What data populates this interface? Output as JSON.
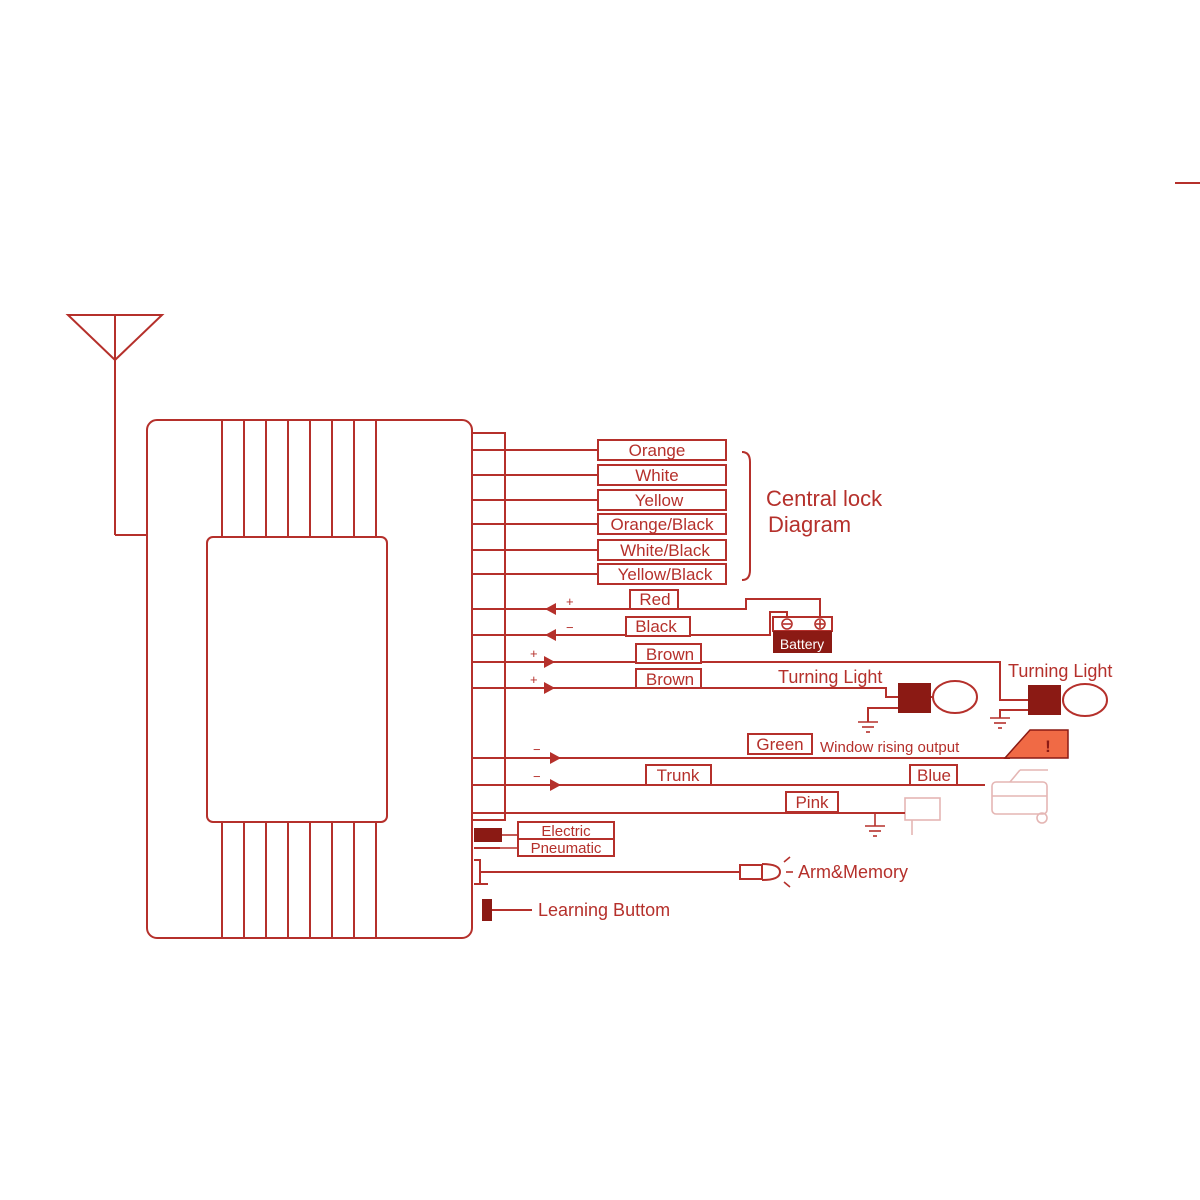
{
  "wire_labels": {
    "orange": "Orange",
    "white": "White",
    "yellow": "Yellow",
    "orange_black": "Orange/Black",
    "white_black": "White/Black",
    "yellow_black": "Yellow/Black",
    "red": "Red",
    "black": "Black",
    "brown_1": "Brown",
    "brown_2": "Brown",
    "green": "Green",
    "trunk": "Trunk",
    "blue": "Blue",
    "pink": "Pink",
    "electric": "Electric",
    "pneumatic": "Pneumatic"
  },
  "annotations": {
    "central_lock_line1": "Central lock",
    "central_lock_line2": "Diagram",
    "battery": "Battery",
    "turning_light_1": "Turning Light",
    "turning_light_2": "Turning Light",
    "window_rising_output": "Window rising output",
    "arm_memory": "Arm&Memory",
    "learning_button": "Learning Buttom",
    "warning_symbol": "!"
  },
  "polarity": {
    "red": "+",
    "black": "−",
    "brown_1": "+",
    "brown_2": "+",
    "green": "−",
    "trunk": "−",
    "battery_neg": "⊖",
    "battery_pos": "⊕"
  },
  "colors": {
    "line": "#b5302b",
    "fill_dark": "#8b1a14",
    "warning_fill": "#f06a45"
  }
}
